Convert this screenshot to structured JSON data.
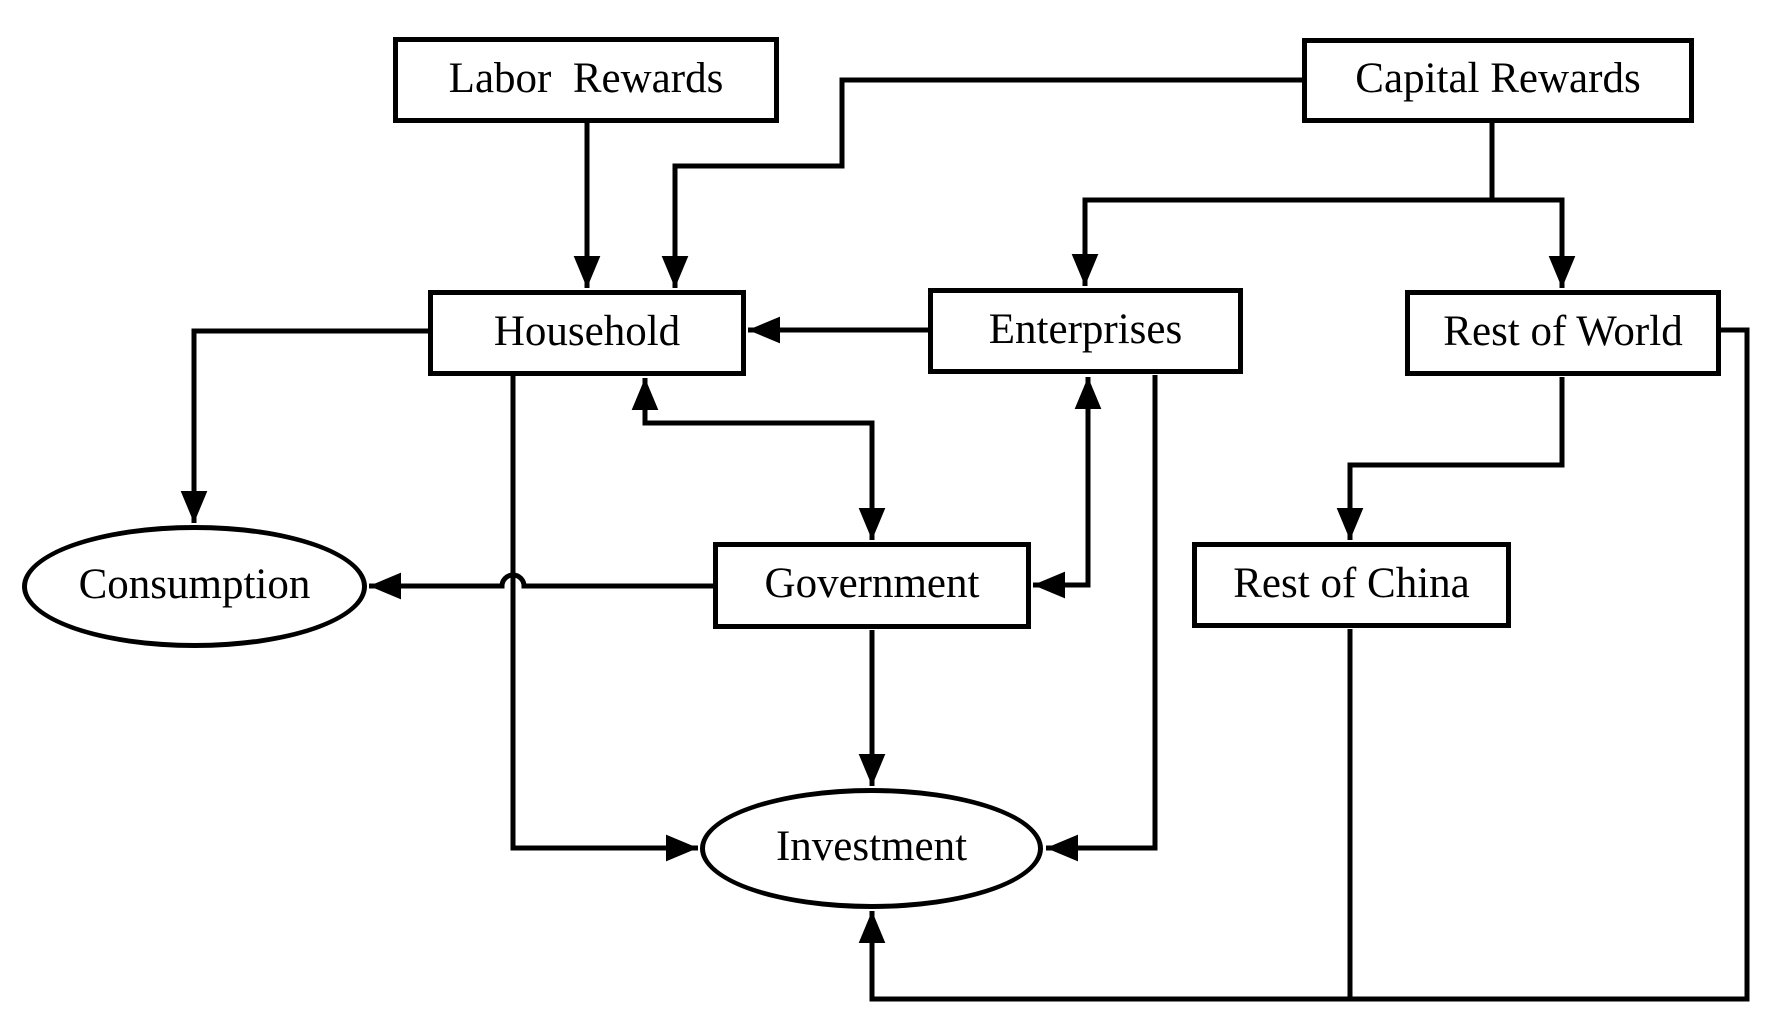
{
  "diagram": {
    "type": "flow-diagram",
    "background_color": "#ffffff",
    "stroke_color": "#000000",
    "text_color": "#000000",
    "nodes": {
      "labor_rewards": {
        "label": "Labor  Rewards",
        "shape": "rect"
      },
      "capital_rewards": {
        "label": "Capital Rewards",
        "shape": "rect"
      },
      "household": {
        "label": "Household",
        "shape": "rect"
      },
      "enterprises": {
        "label": "Enterprises",
        "shape": "rect"
      },
      "rest_of_world": {
        "label": "Rest of World",
        "shape": "rect"
      },
      "government": {
        "label": "Government",
        "shape": "rect"
      },
      "rest_of_china": {
        "label": "Rest of China",
        "shape": "rect"
      },
      "consumption": {
        "label": "Consumption",
        "shape": "ellipse"
      },
      "investment": {
        "label": "Investment",
        "shape": "ellipse"
      }
    },
    "edges": [
      {
        "from": "Labor Rewards",
        "to": "Household",
        "direction": "one-way"
      },
      {
        "from": "Capital Rewards",
        "to": "Household",
        "direction": "one-way"
      },
      {
        "from": "Capital Rewards",
        "to": "Enterprises",
        "direction": "one-way"
      },
      {
        "from": "Capital Rewards",
        "to": "Rest of World",
        "direction": "one-way"
      },
      {
        "from": "Enterprises",
        "to": "Household",
        "direction": "one-way"
      },
      {
        "from": "Household",
        "to": "Consumption",
        "direction": "one-way"
      },
      {
        "from": "Household",
        "to": "Investment",
        "direction": "one-way"
      },
      {
        "from": "Government",
        "to": "Consumption",
        "direction": "one-way"
      },
      {
        "from": "Household",
        "to": "Government",
        "direction": "two-way"
      },
      {
        "from": "Government",
        "to": "Enterprises",
        "direction": "two-way"
      },
      {
        "from": "Government",
        "to": "Investment",
        "direction": "one-way"
      },
      {
        "from": "Enterprises",
        "to": "Investment",
        "direction": "one-way"
      },
      {
        "from": "Rest of World",
        "to": "Rest of China",
        "direction": "one-way"
      },
      {
        "from": "Rest of World",
        "to": "Investment",
        "direction": "one-way"
      },
      {
        "from": "Rest of China",
        "to": "Investment",
        "direction": "joins-bottom-line"
      }
    ]
  }
}
